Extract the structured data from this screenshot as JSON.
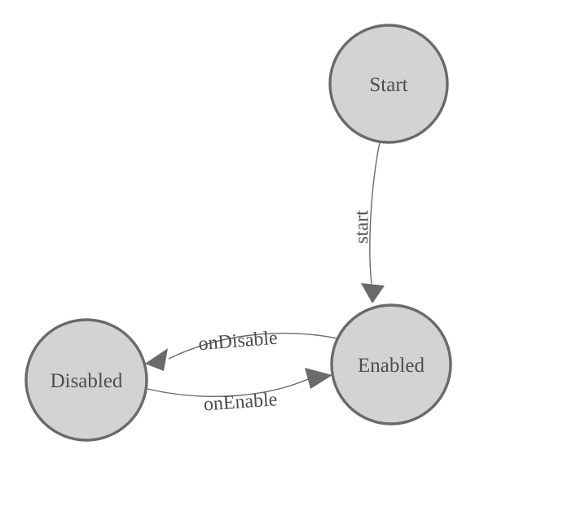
{
  "diagram": {
    "background_color": "#ffffff",
    "node_fill_color": "#d3d3d3",
    "node_border_color": "#6a6a6a",
    "edge_color": "#6a6a6a",
    "label_color": "#4d4d4d",
    "nodes": [
      {
        "id": "start",
        "label": "Start"
      },
      {
        "id": "enabled",
        "label": "Enabled"
      },
      {
        "id": "disabled",
        "label": "Disabled"
      }
    ],
    "edges": [
      {
        "id": "start-to-enabled",
        "from": "start",
        "to": "enabled",
        "label": "start"
      },
      {
        "id": "enabled-to-disabled",
        "from": "enabled",
        "to": "disabled",
        "label": "onDisable"
      },
      {
        "id": "disabled-to-enabled",
        "from": "disabled",
        "to": "enabled",
        "label": "onEnable"
      }
    ]
  }
}
